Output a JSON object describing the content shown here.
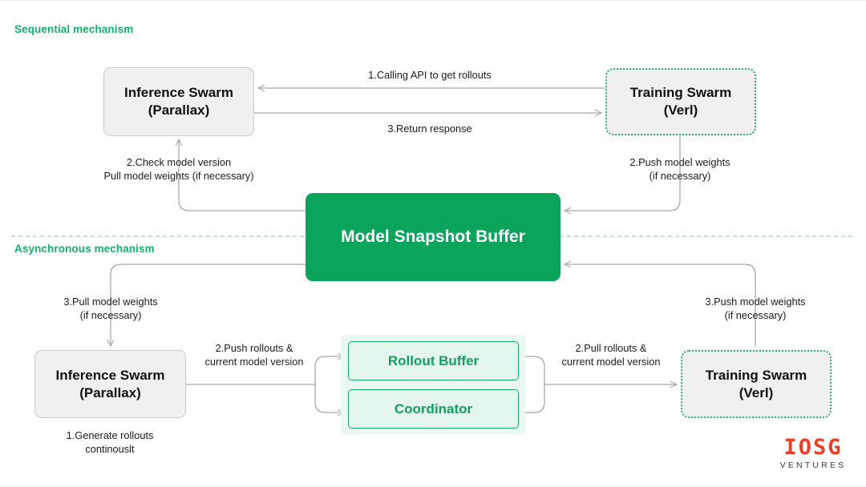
{
  "sections": {
    "sequential": {
      "title": "Sequential mechanism",
      "color": "#19b06f"
    },
    "asynchronous": {
      "title": "Asynchronous mechanism",
      "color": "#19b06f"
    }
  },
  "nodes": {
    "inference_top": {
      "line1": "Inference Swarm",
      "line2": "(Parallax)"
    },
    "training_top": {
      "line1": "Training Swarm",
      "line2": "(Verl)"
    },
    "buffer": {
      "line1": "Model Snapshot Buffer"
    },
    "inference_bottom": {
      "line1": "Inference Swarm",
      "line2": "(Parallax)"
    },
    "training_bottom": {
      "line1": "Training Swarm",
      "line2": "(Verl)"
    },
    "rollout_buffer": {
      "line1": "Rollout Buffer"
    },
    "coordinator": {
      "line1": "Coordinator"
    }
  },
  "edge_labels": {
    "calling_api": {
      "line1": "1.Calling API to get rollouts"
    },
    "return_response": {
      "line1": "3.Return response"
    },
    "check_model": {
      "line1": "2.Check model version",
      "line2": "Pull model weights (if necessary)"
    },
    "push_weights_top": {
      "line1": "2.Push model weights",
      "line2": "(if necessary)"
    },
    "pull_weights_bot": {
      "line1": "3.Pull model weights",
      "line2": "(if necessary)"
    },
    "push_weights_bot": {
      "line1": "3.Push model weights",
      "line2": "(if necessary)"
    },
    "push_rollouts": {
      "line1": "2.Push rollouts &",
      "line2": "current model version"
    },
    "pull_rollouts": {
      "line1": "2.Pull rollouts &",
      "line2": "current model version"
    },
    "generate_rollouts": {
      "line1": "1.Generate rollouts",
      "line2": "continouslt"
    }
  },
  "logo": {
    "mark": "IOSG",
    "word": "VENTURES",
    "color": "#e8402a"
  },
  "palette": {
    "green_solid": "#0ba45c",
    "green_text": "#12a05f",
    "green_title": "#19b06f",
    "mint_fill": "#e4f6ed",
    "gray_fill": "#f0f0f0",
    "gray_border": "#c9c9c9",
    "line": "#aaaaaa",
    "divider": "#8fd6c0"
  }
}
